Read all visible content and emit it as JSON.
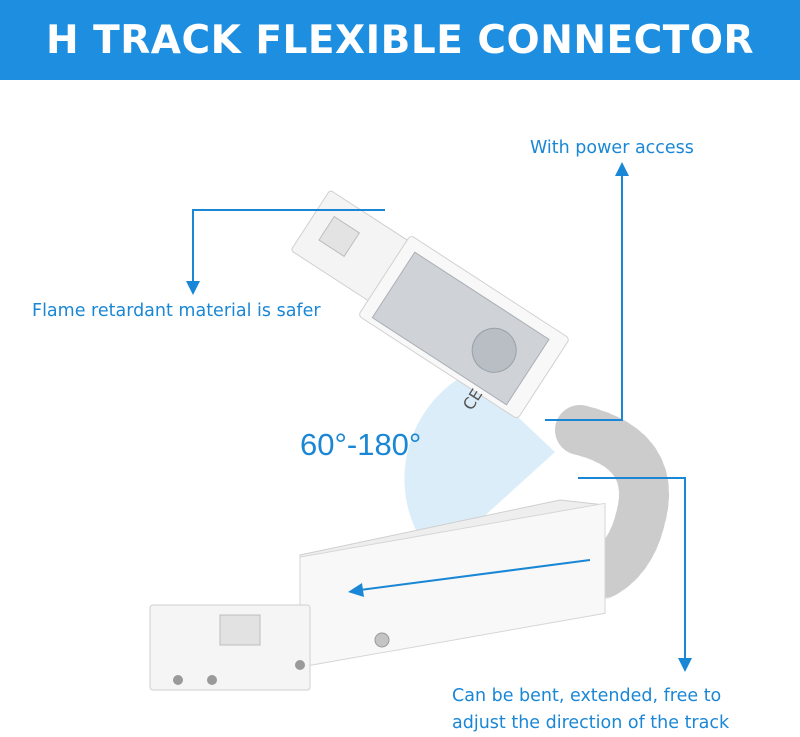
{
  "header": {
    "title": "H TRACK FLEXIBLE CONNECTOR",
    "background": "#1e8fe0"
  },
  "callouts": {
    "power_access": "With power access",
    "flame_retardant": "Flame retardant material is safer",
    "angle": "60°-180°",
    "bendable_line1": "Can be bent, extended, free to",
    "bendable_line2": "adjust the direction of the track"
  },
  "colors": {
    "accent": "#1a87d6",
    "arc_fill": "#d9ecf8"
  },
  "product": {
    "marking": "CE"
  }
}
